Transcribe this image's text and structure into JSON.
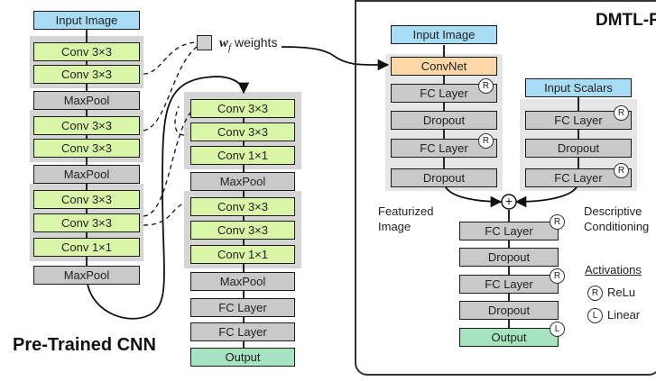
{
  "pretrained": {
    "title": "Pre-Trained CNN",
    "input": "Input Image",
    "block1": [
      "Conv 3×3",
      "Conv 3×3"
    ],
    "pool1": "MaxPool",
    "block2": [
      "Conv 3×3",
      "Conv 3×3"
    ],
    "pool2": "MaxPool",
    "block3": [
      "Conv 3×3",
      "Conv 3×3",
      "Conv 1×1"
    ],
    "pool3": "MaxPool",
    "block4": [
      "Conv 3×3",
      "Conv 3×3",
      "Conv 1×1"
    ],
    "pool4": "MaxPool",
    "block5": [
      "Conv 3×3",
      "Conv 3×3",
      "Conv 1×1"
    ],
    "pool5": "MaxPool",
    "fc1": "FC Layer",
    "fc2": "FC Layer",
    "output": "Output"
  },
  "weights": {
    "symbol": "w",
    "subscript": "f",
    "label": "weights"
  },
  "dmtl": {
    "title": "DMTL-R",
    "image_branch": {
      "input": "Input Image",
      "convnet": "ConvNet",
      "fc1": "FC Layer",
      "dropout1": "Dropout",
      "fc2": "FC Layer",
      "dropout2": "Dropout",
      "caption_line1": "Featurized",
      "caption_line2": "Image"
    },
    "scalar_branch": {
      "input": "Input Scalars",
      "fc1": "FC Layer",
      "dropout": "Dropout",
      "fc2": "FC Layer",
      "caption_line1": "Descriptive",
      "caption_line2": "Conditioning"
    },
    "merge_symbol": "+",
    "head": {
      "fc1": "FC Layer",
      "dropout1": "Dropout",
      "fc2": "FC Layer",
      "dropout2": "Dropout",
      "output": "Output"
    }
  },
  "legend": {
    "title": "Activations",
    "relu_symbol": "R",
    "relu_label": "ReLu",
    "linear_symbol": "L",
    "linear_label": "Linear"
  },
  "colors": {
    "conv": "#d9f5a8",
    "layer": "#c9c9c9",
    "input": "#a8dcf4",
    "convnet": "#fcd8a6",
    "output": "#a6e3c0"
  }
}
